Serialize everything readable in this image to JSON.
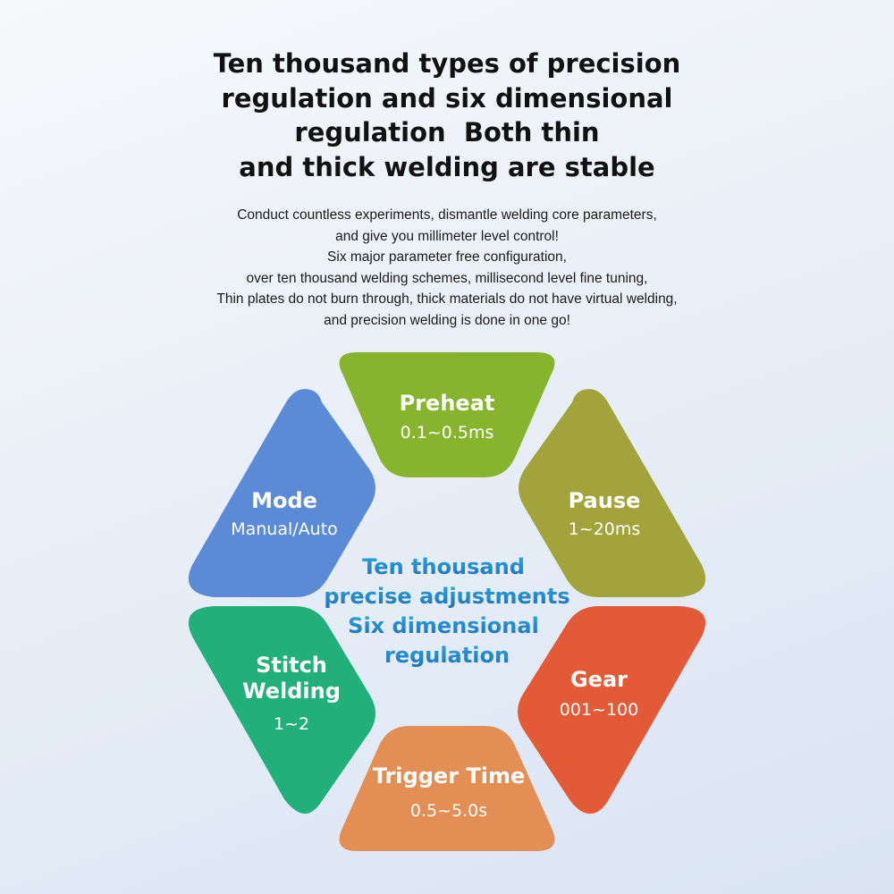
{
  "headline": {
    "lines": [
      "Ten thousand types of precision",
      "regulation and six dimensional",
      "regulation  Both thin",
      "and thick welding are stable"
    ]
  },
  "description": {
    "lines": [
      "Conduct countless experiments, dismantle welding core parameters,",
      "and give you millimeter level control!",
      "Six major parameter free configuration,",
      "over ten thousand welding schemes, millisecond level fine tuning,",
      "Thin plates do not burn through, thick materials do not have virtual welding,",
      "and precision welding is done in one go!"
    ]
  },
  "center": {
    "lines": [
      "Ten thousand",
      "precise adjustments",
      "Six dimensional",
      "regulation"
    ],
    "gradient_start": "#2aa7e0",
    "gradient_end": "#1f6fb8"
  },
  "segments": {
    "preheat": {
      "label": "Preheat",
      "value": "0.1~0.5ms",
      "color": "#86b52d"
    },
    "pause": {
      "label": "Pause",
      "value": "1~20ms",
      "color": "#a3a33b"
    },
    "gear": {
      "label": "Gear",
      "value": "001~100",
      "color": "#e25a36"
    },
    "trigger": {
      "label": "Trigger Time",
      "value": "0.5~5.0s",
      "color": "#e38e55"
    },
    "stitch": {
      "label_line1": "Stitch",
      "label_line2": "Welding",
      "value": "1~2",
      "color": "#22b07a"
    },
    "mode": {
      "label": "Mode",
      "value": "Manual/Auto",
      "color": "#5b8bd6"
    }
  }
}
